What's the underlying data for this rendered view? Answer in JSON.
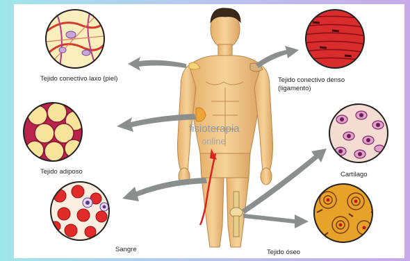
{
  "labels": {
    "laxo": "Tejido conectivo laxo (piel)",
    "denso_1": "Tejido conectivo denso",
    "denso_2": "(ligamento)",
    "adiposo": "Tejido adiposo",
    "cartilago": "Cartílago",
    "sangre": "Sangre",
    "oseo": "Tejido óseo"
  },
  "watermark": {
    "line1": "fisioterapia",
    "line2": "online"
  },
  "icons": [
    "tissue-loose-connective",
    "tissue-dense-connective",
    "tissue-adipose",
    "tissue-cartilage",
    "tissue-blood",
    "tissue-bone",
    "human-figure"
  ],
  "colors": {
    "skin": "#f2c98a",
    "skin_shadow": "#d9a35e",
    "arrow": "#8a8f8d",
    "blood": "#d9221f",
    "circle_border": "#222222"
  }
}
